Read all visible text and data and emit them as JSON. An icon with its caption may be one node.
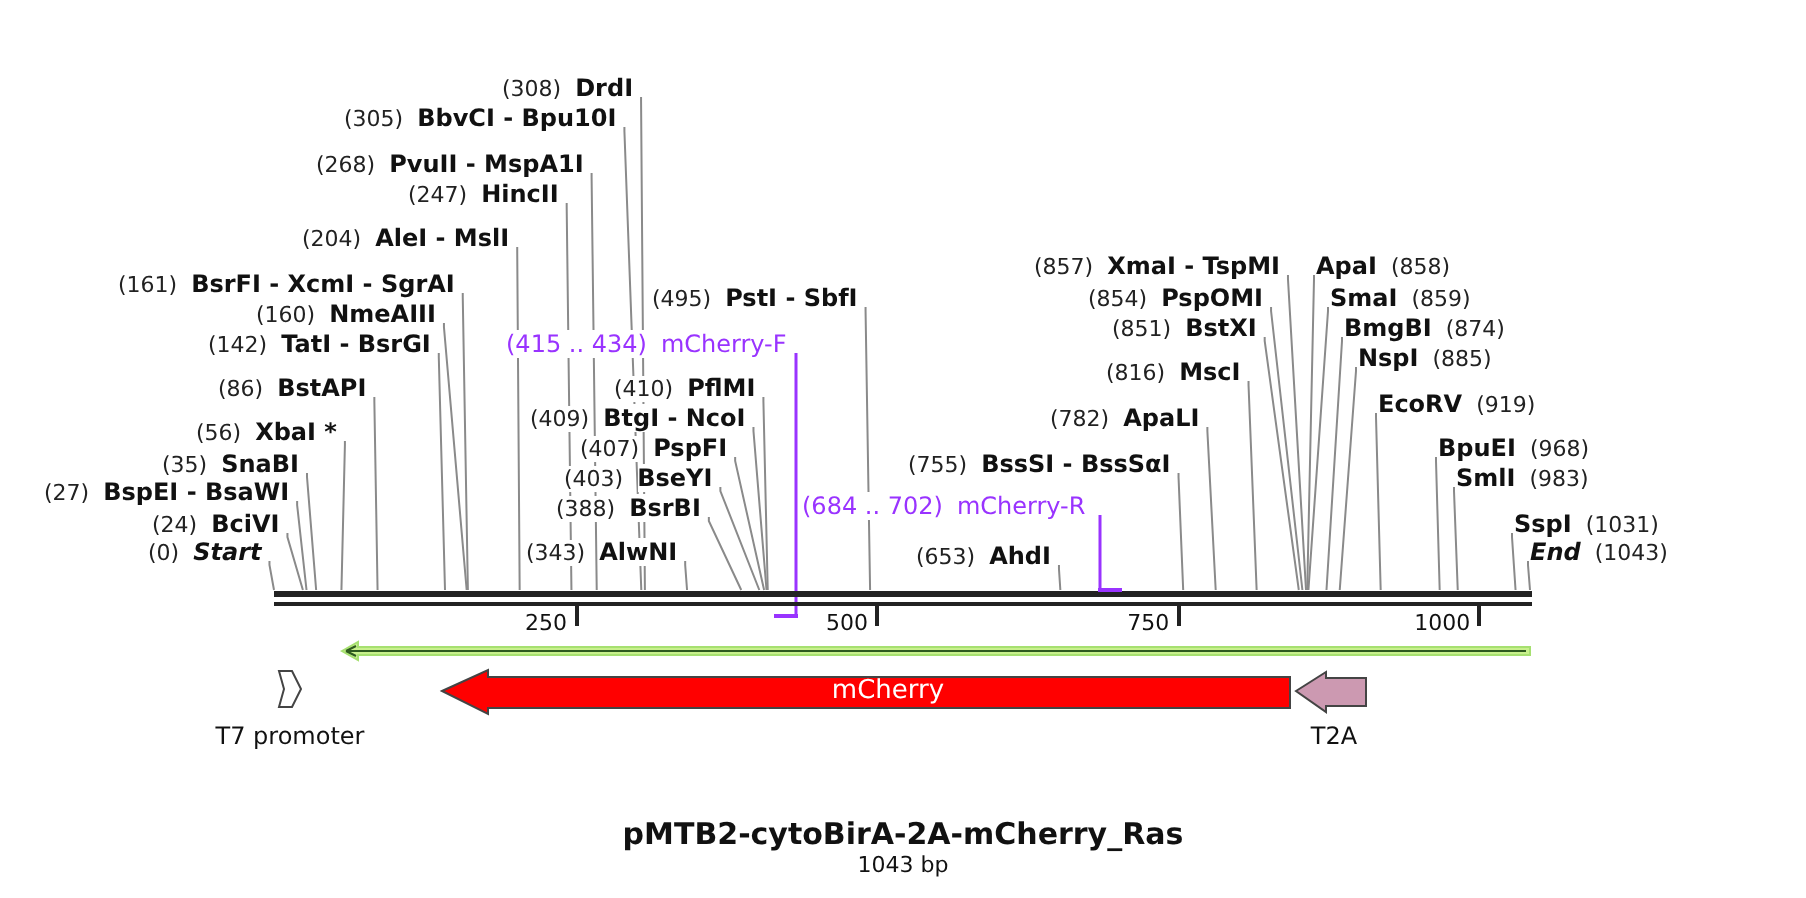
{
  "diagram": {
    "title": "pMTB2-cytoBirA-2A-mCherry_Ras",
    "caption": "1043 bp",
    "nodes": [
      {
        "text": [
          "(0)",
          "Start"
        ]
      },
      {
        "text": [
          "(24)",
          "BciVI"
        ]
      },
      {
        "text": [
          "(27)",
          "BspEI - BsaWI"
        ]
      },
      {
        "text": [
          "(35)",
          "SnaBI"
        ]
      },
      {
        "text": [
          "(56)",
          "XbaI *"
        ]
      },
      {
        "text": [
          "(86)",
          "BstAPI"
        ]
      },
      {
        "text": [
          "(142)",
          "TatI - BsrGI"
        ]
      },
      {
        "text": [
          "(160)",
          "NmeAIII"
        ]
      },
      {
        "text": [
          "(161)",
          "BsrFI - XcmI - SgrAI"
        ]
      },
      {
        "text": [
          "(204)",
          "AleI - MslI"
        ]
      },
      {
        "text": [
          "(247)",
          "HincII"
        ]
      },
      {
        "text": [
          "(268)",
          "PvuII - MspA1I"
        ]
      },
      {
        "text": [
          "(305)",
          "BbvCI - Bpu10I"
        ]
      },
      {
        "text": [
          "(308)",
          "DrdI"
        ]
      },
      {
        "text": [
          "(343)",
          "AlwNI"
        ]
      },
      {
        "text": [
          "(388)",
          "BsrBI"
        ]
      },
      {
        "text": [
          "(403)",
          "BseYI"
        ]
      },
      {
        "text": [
          "(407)",
          "PspFI"
        ]
      },
      {
        "text": [
          "(409)",
          "BtgI - NcoI"
        ]
      },
      {
        "text": [
          "(410)",
          "PflMI"
        ]
      },
      {
        "text": [
          "(415 .. 434)",
          "mCherry-F"
        ]
      },
      {
        "text": [
          "(495)",
          "PstI - SbfI"
        ]
      },
      {
        "text": [
          "(653)",
          "AhdI"
        ]
      },
      {
        "text": [
          "(684 .. 702)",
          "mCherry-R"
        ]
      },
      {
        "text": [
          "(755)",
          "BssSI - BssSαI"
        ]
      },
      {
        "text": [
          "(782)",
          "ApaLI"
        ]
      },
      {
        "text": [
          "(816)",
          "MscI"
        ]
      },
      {
        "text": [
          "(851)",
          "BstXI"
        ]
      },
      {
        "text": [
          "(854)",
          "PspOMI"
        ]
      },
      {
        "text": [
          "(857)",
          "XmaI - TspMI"
        ]
      },
      {
        "text": [
          "ApaI",
          "(858)"
        ]
      },
      {
        "text": [
          "SmaI",
          "(859)"
        ]
      },
      {
        "text": [
          "BmgBI",
          "(874)"
        ]
      },
      {
        "text": [
          "NspI",
          "(885)"
        ]
      },
      {
        "text": [
          "EcoRV",
          "(919)"
        ]
      },
      {
        "text": [
          "BpuEI",
          "(968)"
        ]
      },
      {
        "text": [
          "SmlI",
          "(983)"
        ]
      },
      {
        "text": [
          "SspI",
          "(1031)"
        ]
      },
      {
        "text": [
          "End",
          "(1043)"
        ]
      },
      {
        "text": [],
        "shape": "arrow"
      },
      {
        "text": [
          "T7 promoter"
        ]
      },
      {
        "text": [
          "mCherry"
        ]
      },
      {
        "text": [
          "T2A"
        ]
      },
      {
        "text": [],
        "shape": "bar"
      },
      {
        "text": [],
        "shape": "bar"
      },
      {
        "text": [],
        "shape": "bar"
      }
    ],
    "edges": [
      {
        "from": 0,
        "to": 43,
        "arrow": "none"
      },
      {
        "from": 1,
        "to": 43,
        "arrow": "none"
      },
      {
        "from": 2,
        "to": 43,
        "arrow": "none"
      },
      {
        "from": 3,
        "to": 43,
        "arrow": "none"
      },
      {
        "from": 4,
        "to": 43,
        "arrow": "none"
      },
      {
        "from": 5,
        "to": 43,
        "arrow": "none"
      },
      {
        "from": 6,
        "to": 43,
        "arrow": "none"
      },
      {
        "from": 7,
        "to": 43,
        "arrow": "none"
      },
      {
        "from": 8,
        "to": 43,
        "arrow": "none"
      },
      {
        "from": 9,
        "to": 43,
        "arrow": "none"
      },
      {
        "from": 10,
        "to": 43,
        "arrow": "none"
      },
      {
        "from": 11,
        "to": 43,
        "arrow": "none"
      },
      {
        "from": 12,
        "to": 43,
        "arrow": "none"
      },
      {
        "from": 13,
        "to": 43,
        "arrow": "none"
      },
      {
        "from": 14,
        "to": 43,
        "arrow": "none"
      },
      {
        "from": 15,
        "to": 43,
        "arrow": "none"
      },
      {
        "from": 16,
        "to": 43,
        "arrow": "none"
      },
      {
        "from": 17,
        "to": 43,
        "arrow": "none"
      },
      {
        "from": 18,
        "to": 43,
        "arrow": "none"
      },
      {
        "from": 19,
        "to": 43,
        "arrow": "none"
      },
      {
        "from": 20,
        "to": 44,
        "arrow": "none",
        "color": "#9933ff"
      },
      {
        "from": 21,
        "to": 43,
        "arrow": "none"
      },
      {
        "from": 22,
        "to": 43,
        "arrow": "none"
      },
      {
        "from": 23,
        "to": 45,
        "arrow": "none",
        "color": "#9933ff"
      },
      {
        "from": 24,
        "to": 43,
        "arrow": "none"
      },
      {
        "from": 25,
        "to": 43,
        "arrow": "none"
      },
      {
        "from": 26,
        "to": 43,
        "arrow": "none"
      },
      {
        "from": 27,
        "to": 43,
        "arrow": "none"
      },
      {
        "from": 28,
        "to": 43,
        "arrow": "none"
      },
      {
        "from": 29,
        "to": 43,
        "arrow": "none"
      },
      {
        "from": 30,
        "to": 43,
        "arrow": "none"
      },
      {
        "from": 31,
        "to": 43,
        "arrow": "none"
      },
      {
        "from": 32,
        "to": 43,
        "arrow": "none"
      },
      {
        "from": 33,
        "to": 43,
        "arrow": "none"
      },
      {
        "from": 34,
        "to": 43,
        "arrow": "none"
      },
      {
        "from": 35,
        "to": 43,
        "arrow": "none"
      },
      {
        "from": 36,
        "to": 43,
        "arrow": "none"
      },
      {
        "from": 37,
        "to": 43,
        "arrow": "none"
      },
      {
        "from": 38,
        "to": 43,
        "arrow": "none"
      }
    ],
    "labels": [
      "250",
      "500",
      "750",
      "1000"
    ]
  }
}
